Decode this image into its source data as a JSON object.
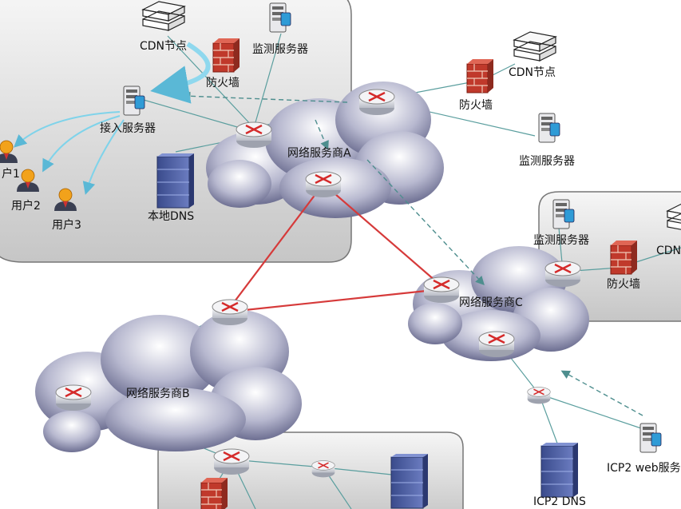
{
  "labels": {
    "cdn_node_top": "CDN节点",
    "monitor_top": "监测服务器",
    "firewall_top": "防火墙",
    "access_server": "接入服务器",
    "user1": "户1",
    "user2": "用户2",
    "user3": "用户3",
    "local_dns": "本地DNS",
    "isp_a": "网络服务商A",
    "cdn_node_right": "CDN节点",
    "firewall_right": "防火墙",
    "monitor_right": "监测服务器",
    "monitor_c": "监测服务器",
    "cdn_c_partial": "CDN",
    "firewall_c": "防火墙",
    "isp_c": "网络服务商C",
    "isp_b": "网络服务商B",
    "icp2_dns": "ICP2 DNS",
    "icp2_web": "ICP2 web服务"
  },
  "colors": {
    "red_link": "#d63a3a",
    "teal_link": "#5aa3a3",
    "panel_fill": "#cfcfcf",
    "arrow_cyan": "#6ccbe6"
  },
  "icons": [
    "server-icon",
    "firewall-icon",
    "router-icon",
    "user-icon",
    "dns-rack-icon",
    "cdn-node-icon",
    "cloud-icon"
  ]
}
